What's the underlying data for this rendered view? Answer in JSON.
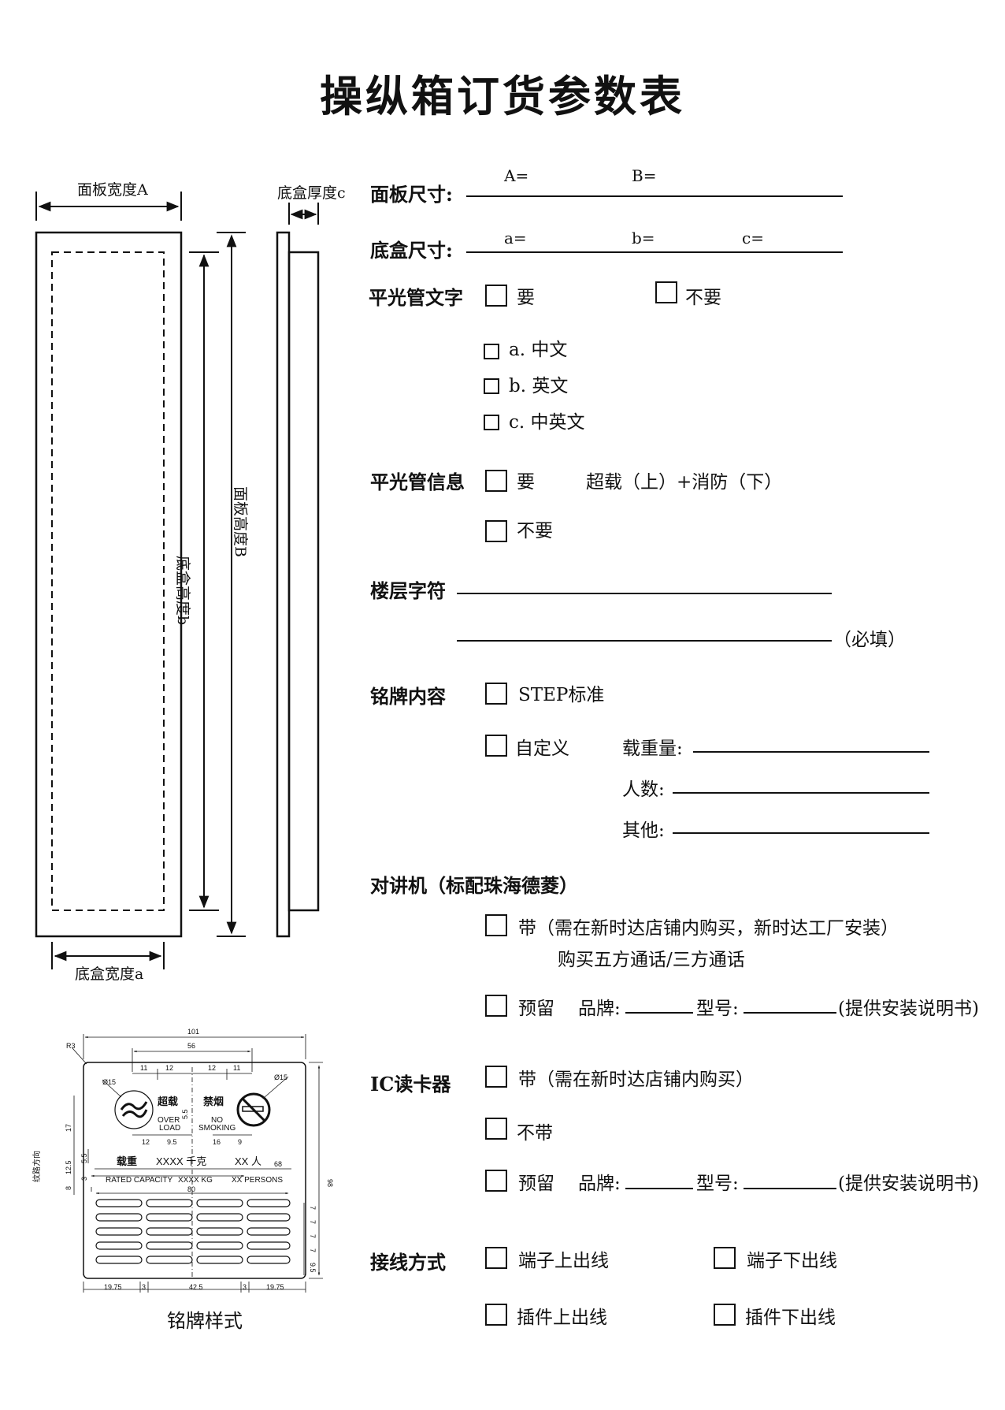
{
  "title": "操纵箱订货参数表",
  "diagram": {
    "panel_width": "面板宽度A",
    "box_thickness": "底盒厚度c",
    "box_height": "底盒高度b",
    "panel_height": "面板高度B",
    "box_width": "底盒宽度a",
    "nameplate_caption": "铭牌样式"
  },
  "nameplate": {
    "dim_101": "101",
    "dim_56": "56",
    "dim_11a": "11",
    "dim_12a": "12",
    "dim_12b": "12",
    "dim_11b": "11",
    "dim_12c": "12",
    "dim_95": "9.5",
    "dim_16": "16",
    "dim_9": "9",
    "dim_68": "68",
    "dim_80": "80",
    "dim_98": "98",
    "dim_17": "17",
    "dim_125": "12.5",
    "dim_8": "8",
    "dim_55a": "5.5",
    "dim_55b": "5.5",
    "dim_phi15a": "Ø15",
    "dim_phi15b": "Ø15",
    "dim_r3": "R3",
    "dim_3": "3",
    "dim_1975a": "19.75",
    "dim_3a": "3",
    "dim_425": "42.5",
    "dim_3b": "3",
    "dim_1975b": "19.75",
    "dim_7a": "7",
    "dim_7b": "7",
    "dim_7c": "7",
    "dim_7d": "7",
    "dim_95b": "9.5",
    "overload_cn": "超载",
    "smoking_cn": "禁烟",
    "overload_en1": "OVER",
    "overload_en2": "LOAD",
    "smoking_en1": "NO",
    "smoking_en2": "SMOKING",
    "capacity_cn_label": "载重",
    "capacity_cn_value": "XXXX 千克",
    "persons_cn": "XX 人",
    "capacity_en_label": "RATED CAPACITY",
    "capacity_en_value": "XXXX KG",
    "persons_en": "XX PERSONS",
    "side_label": "纹路方向"
  },
  "form": {
    "panel_size": {
      "label": "面板尺寸:",
      "a": "A=",
      "b": "B="
    },
    "box_size": {
      "label": "底盒尺寸:",
      "a": "a=",
      "b": "b=",
      "c": "c="
    },
    "tube_text": {
      "label": "平光管文字",
      "yes": "要",
      "no": "不要",
      "opt_a": "a. 中文",
      "opt_b": "b. 英文",
      "opt_c": "c. 中英文"
    },
    "tube_info": {
      "label": "平光管信息",
      "yes": "要",
      "yes_note": "超载（上）+消防（下）",
      "no": "不要"
    },
    "floor_chars": {
      "label": "楼层字符",
      "required": "（必填）"
    },
    "nameplate_content": {
      "label": "铭牌内容",
      "step": "STEP标准",
      "custom": "自定义",
      "load": "载重量:",
      "persons": "人数:",
      "other": "其他:"
    },
    "intercom": {
      "label": "对讲机（标配珠海德菱）",
      "with": "带（需在新时达店铺内购买，新时达工厂安装）",
      "with_note": "购买五方通话/三方通话",
      "reserve": "预留",
      "brand": "品牌:",
      "model": "型号:",
      "manual": "(提供安装说明书)"
    },
    "ic_reader": {
      "label": "IC读卡器",
      "with": "带（需在新时达店铺内购买）",
      "without": "不带",
      "reserve": "预留",
      "brand": "品牌:",
      "model": "型号:",
      "manual": "(提供安装说明书)"
    },
    "wiring": {
      "label": "接线方式",
      "terminal_up": "端子上出线",
      "terminal_down": "端子下出线",
      "plug_up": "插件上出线",
      "plug_down": "插件下出线"
    }
  }
}
